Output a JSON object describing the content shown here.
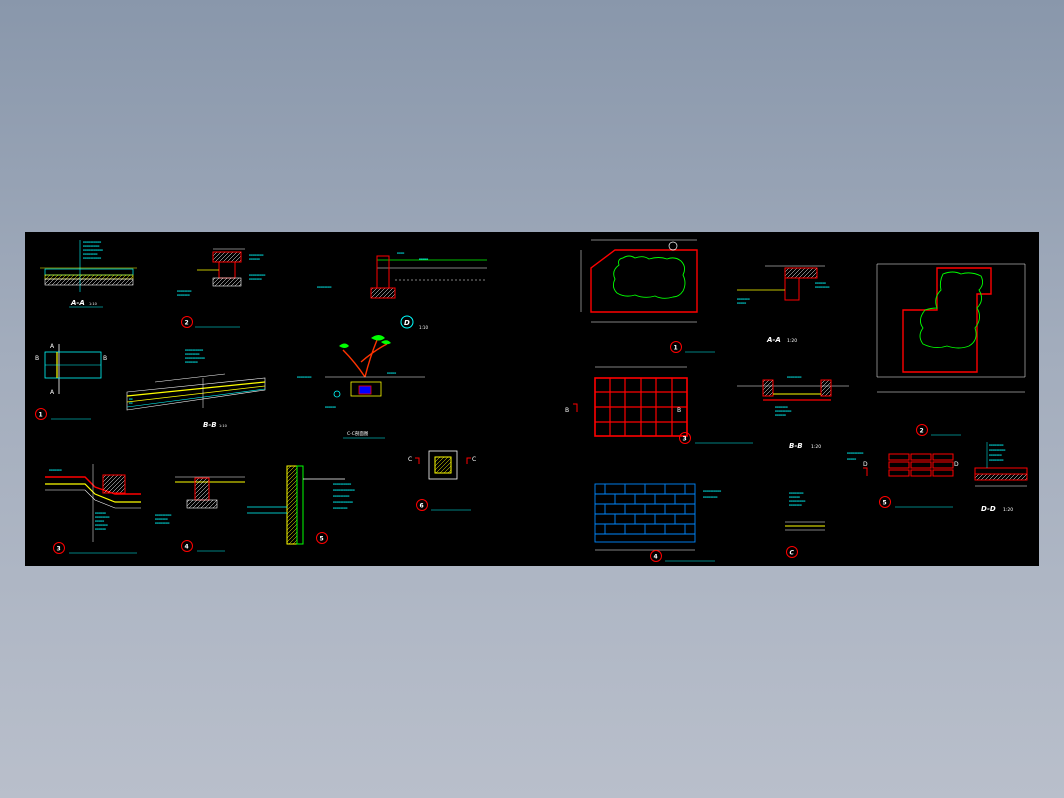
{
  "sheet": {
    "left_labels": {
      "aa": "A-A",
      "aa_scale": "1:10",
      "bb": "B-B",
      "bb_scale": "1:10",
      "d": "D",
      "d_scale": "1:10",
      "c_left": "C",
      "c_right": "C",
      "b_left": "B",
      "b_right": "B",
      "a_top": "A",
      "a_bottom": "A",
      "cc_title": "C-C剖面图"
    },
    "right_labels": {
      "aa": "A-A",
      "aa_scale": "1:20",
      "bb": "B-B",
      "bb_scale": "1:20",
      "dd": "D-D",
      "dd_scale": "1:20",
      "c": "C",
      "d_left": "D",
      "d_right": "D",
      "b_left": "B",
      "b_right": "B"
    },
    "callouts": [
      "1",
      "2",
      "3",
      "4",
      "5",
      "6",
      "1",
      "2",
      "3",
      "4",
      "5"
    ],
    "colors": {
      "background": "#000000",
      "cyan": "#00ffff",
      "red": "#ff0000",
      "yellow": "#ffff00",
      "green": "#00ff00",
      "white": "#ffffff"
    }
  }
}
